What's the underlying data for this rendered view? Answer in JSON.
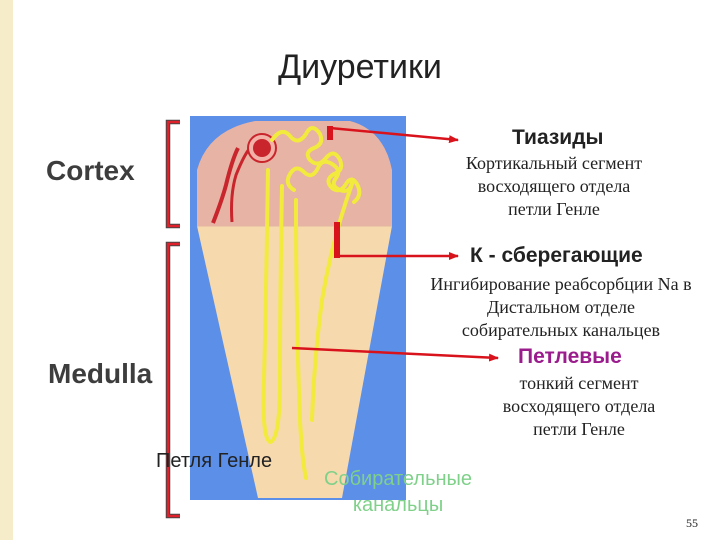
{
  "title": "Диуретики",
  "labels": {
    "cortex": "Cortex",
    "medulla": "Medulla",
    "loop_henle": "Петля Генле",
    "collecting_ducts": [
      "Собирательные",
      "канальцы"
    ],
    "page_number": "55"
  },
  "classes": [
    {
      "heading": "Тиазиды",
      "description": [
        "Кортикальный сегмент",
        "восходящего отдела",
        "петли Генле"
      ]
    },
    {
      "heading": "К - сберегающие",
      "description": [
        "Ингибирование реабсорбции Na в",
        "Дистальном отделе",
        "собирательных канальцев"
      ]
    },
    {
      "heading": "Петлевые",
      "description": [
        "тонкий сегмент",
        "восходящего отдела",
        "петли Генле"
      ]
    }
  ],
  "colors": {
    "background_stripe": "#f6ecc9",
    "blue_frame": "#5b8fe8",
    "cortex_zone": "#e7b3a5",
    "medulla_zone": "#f7d9ae",
    "tubule": "#f2ea3c",
    "arrow": "#d9131c",
    "bracket": "#e0202a",
    "purple_heading": "#9b1c8d",
    "collecting_text": "#7fd18a"
  }
}
